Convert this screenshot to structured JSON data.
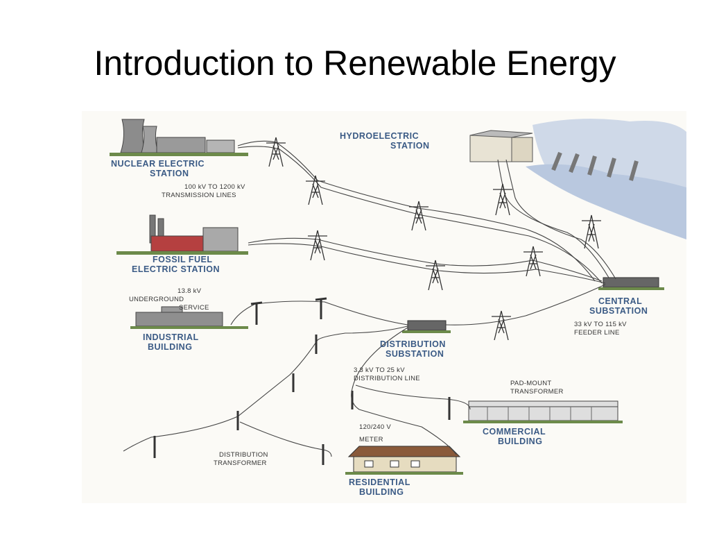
{
  "slide": {
    "title": "Introduction to Renewable Energy"
  },
  "diagram": {
    "nuclear": [
      "NUCLEAR ELECTRIC",
      "STATION"
    ],
    "hydro": [
      "HYDROELECTRIC",
      "STATION"
    ],
    "transmission": [
      "100 kV TO 1200 kV",
      "TRANSMISSION LINES"
    ],
    "fossil": [
      "FOSSIL FUEL",
      "ELECTRIC STATION"
    ],
    "underground": [
      "13.8 kV",
      "UNDERGROUND",
      "SERVICE"
    ],
    "industrial": [
      "INDUSTRIAL",
      "BUILDING"
    ],
    "central": [
      "CENTRAL",
      "SUBSTATION"
    ],
    "feeder": [
      "33 kV TO 115 kV",
      "FEEDER LINE"
    ],
    "distribution_sub": [
      "DISTRIBUTION",
      "SUBSTATION"
    ],
    "distribution_line": [
      "3.3 kV TO 25 kV",
      "DISTRIBUTION LINE"
    ],
    "padmount": [
      "PAD-MOUNT",
      "TRANSFORMER"
    ],
    "commercial": [
      "COMMERCIAL",
      "BUILDING"
    ],
    "voltage": "120/240 V",
    "meter": "METER",
    "dist_transformer": [
      "DISTRIBUTION",
      "TRANSFORMER"
    ],
    "residential": [
      "RESIDENTIAL",
      "BUILDING"
    ]
  }
}
